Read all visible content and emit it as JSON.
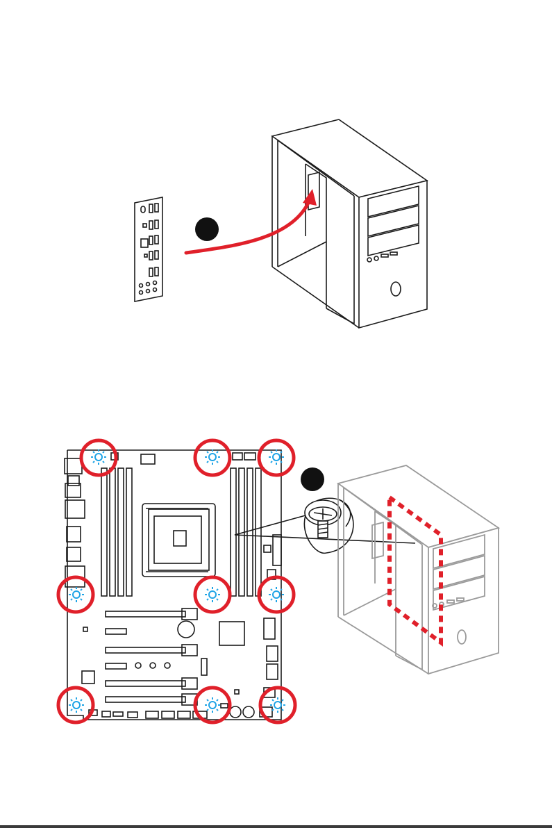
{
  "page": {
    "steps": [
      {
        "id": "step-1",
        "label": ""
      },
      {
        "id": "step-2",
        "label": ""
      }
    ]
  },
  "colors": {
    "line": "#1a1a1a",
    "accent_red": "#e0202a",
    "screw_blue": "#1fa4e6",
    "case_gray": "#8c8c8c",
    "badge": "#111111"
  },
  "icons": {
    "io_shield": "io-shield-icon",
    "tower": "tower-case-icon",
    "motherboard": "motherboard-icon",
    "screw": "screw-icon",
    "standoff": "standoff-icon"
  },
  "motherboard": {
    "mounting_holes": 9
  }
}
